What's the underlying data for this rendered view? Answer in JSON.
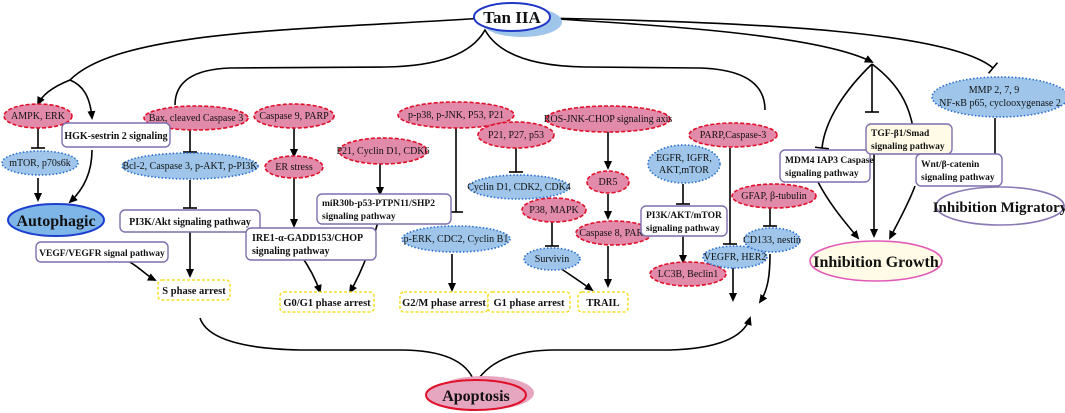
{
  "center": {
    "label": "Tan IIA"
  },
  "outcomes": {
    "autophagic": "Autophagic",
    "apoptosis": "Apoptosis",
    "inhibition_growth": "Inhibition Growth",
    "inhibition_migratory": "Inhibition Migratory"
  },
  "colors": {
    "upregulated_fill": "#e28aa9",
    "upregulated_border": "#e0102a",
    "downregulated_fill": "#9fc6ea",
    "downregulated_border": "#2a6fd0",
    "pathway_box_border": "#7f6fae",
    "arrest_box_border": "#f5e12a",
    "tan_border": "#1f37c4",
    "tan_shadow": "#9fc6ea",
    "autophagic_fill": "#7fb6e8",
    "autophagic_border": "#1c3fd0",
    "apoptosis_fill": "#e7a6c0",
    "apoptosis_border": "#e0102a",
    "growth_fill": "#fffbe7",
    "growth_border": "#e25ab8",
    "migratory_border": "#8a7ab4"
  },
  "legend_semantics": {
    "pink_dashed_oval": "upregulated",
    "blue_dotted_oval": "downregulated"
  },
  "molecules": {
    "ampk_erk": "AMPK, ERK",
    "mtor_p70s6k": "mTOR, p70s6k",
    "bax": "Bax, cleaved Caspase 3",
    "bcl2": "Bcl-2, Caspase 3, p-AKT, p-PI3K",
    "caspase9": "Caspase 9, PARP",
    "er_stress": "ER stress",
    "p21_cyclind1": "P21, Cyclin D1, CDK6",
    "pp38": "p-p38, p-JNK, P53, P21",
    "p21_p27": "P21, P27, p53",
    "cyclind1_cdk2": "Cyclin D1, CDK2, CDK4",
    "perk": "p-ERK, CDC2, Cyclin B1",
    "ros": "ROS-JNK-CHOP signaling axis",
    "dr5": "DR5",
    "p38_mapk": "P38, MAPK",
    "caspase8": "Caspase 8, PARP",
    "survivin": "Survivin",
    "parp_casp3": "PARP,Caspase-3",
    "egfr": [
      "EGFR, IGFR,",
      "AKT,mTOR"
    ],
    "gfap": "GFAP, β-tubulin",
    "lc3b": "LC3B, Beclin1",
    "vegfr_her2": "VEGFR, HER2",
    "cd133": "CD133, nestin",
    "mmp": [
      "MMP 2,  7,  9",
      "NF-κB p65, cyclooxygenase 2"
    ]
  },
  "pathways": {
    "hgk": "HGK-sestrin 2 signaling",
    "pi3k_akt": "PI3K/Akt signaling pathway",
    "vegf": "VEGF/VEGFR signal pathway",
    "ire1": [
      "IRE1-α-GADD153/CHOP",
      "signaling pathway"
    ],
    "mir30b": [
      "miR30b-p53-PTPN11/SHP2",
      "signaling pathway"
    ],
    "pi3k_akt_mtor": [
      "PI3K/AKT/mTOR",
      "signaling pathway"
    ],
    "mdm4": [
      "MDM4 IAP3 Caspase",
      "signaling pathway"
    ],
    "tgf": [
      "TGF-β1/Smad",
      "signaling pathway"
    ],
    "wnt": [
      "Wnt/β-catenin",
      "signaling pathway"
    ]
  },
  "arrests": {
    "s_phase": "S phase arrest",
    "g0g1": "G0/G1 phase arrest",
    "g2m": "G2/M phase arrest",
    "g1": "G1 phase arrest",
    "trail": "TRAIL"
  }
}
